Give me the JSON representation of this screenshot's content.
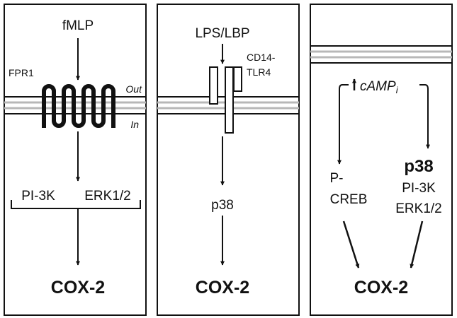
{
  "panels": [
    {
      "stimulus": "fMLP",
      "receptor": "FPR1",
      "side_out": "Out",
      "side_in": "In",
      "mediator_left": "PI-3K",
      "mediator_right": "ERK1/2",
      "output": "COX-2"
    },
    {
      "stimulus": "LPS/LBP",
      "receptor_line1": "CD14-",
      "receptor_line2": "TLR4",
      "mediator": "p38",
      "output": "COX-2"
    },
    {
      "messenger": "cAMP",
      "messenger_sub": "i",
      "left_line1": "P-",
      "left_line2": "CREB",
      "right_line1": "p38",
      "right_line2": "PI-3K",
      "right_line3": "ERK1/2",
      "output": "COX-2"
    }
  ],
  "colors": {
    "ink": "#111111",
    "membrane_inner": "#b8b8b8",
    "background": "#ffffff"
  }
}
